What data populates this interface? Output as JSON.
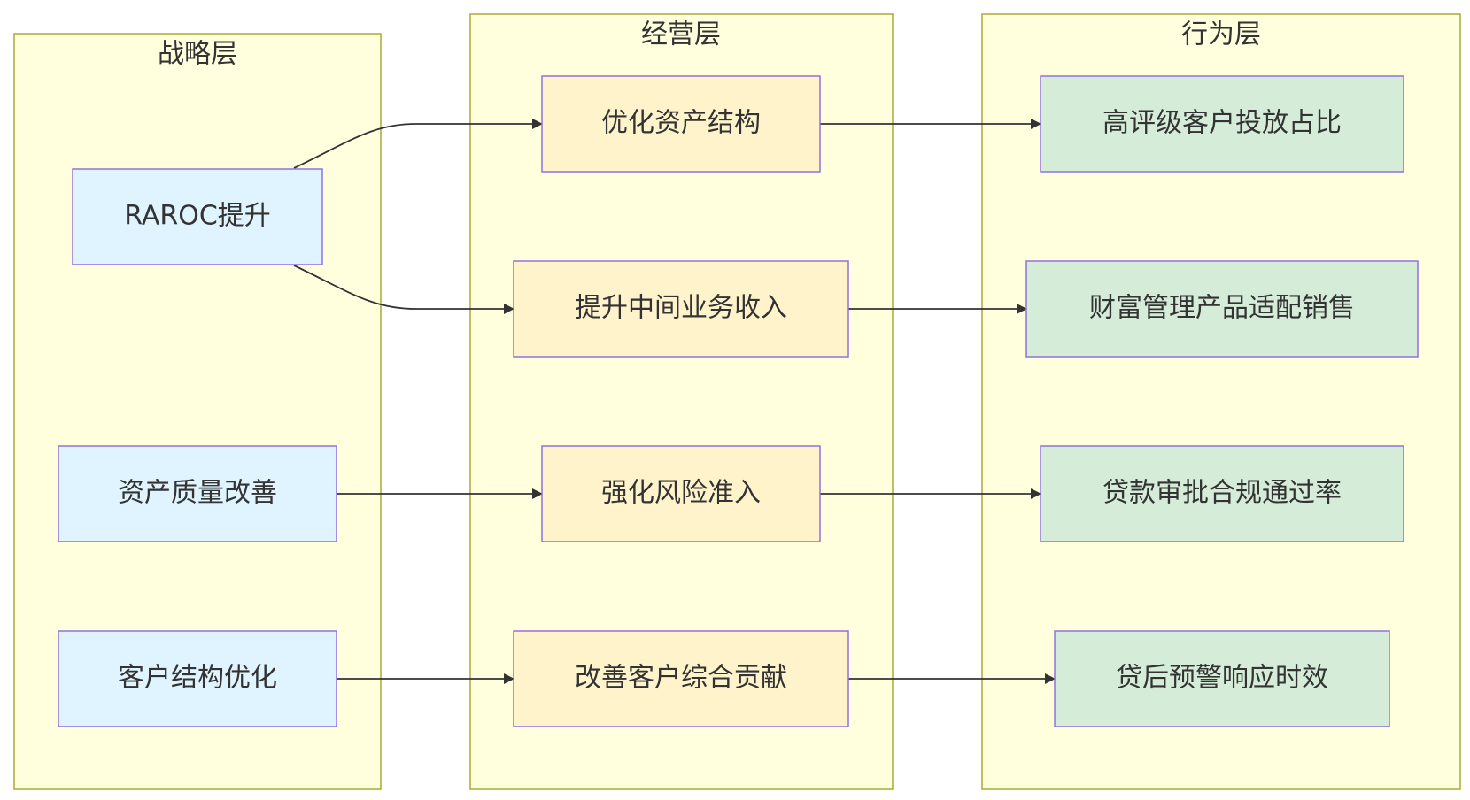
{
  "colors": {
    "lane_fill": "#ffffde",
    "lane_border": "#aaaa33",
    "node_border": "#9370db",
    "strategy_fill": "#dff4ff",
    "operation_fill": "#fff3cc",
    "behavior_fill": "#d5ecd9",
    "edge": "#333333",
    "text": "#333333"
  },
  "lanes": {
    "strategy": {
      "title": "战略层"
    },
    "operation": {
      "title": "经营层"
    },
    "behavior": {
      "title": "行为层"
    }
  },
  "nodes": {
    "raroc": {
      "label": "RAROC提升"
    },
    "asset_quality": {
      "label": "资产质量改善"
    },
    "customer_structure": {
      "label": "客户结构优化"
    },
    "optimize_assets": {
      "label": "优化资产结构"
    },
    "intermediate_income": {
      "label": "提升中间业务收入"
    },
    "risk_access": {
      "label": "强化风险准入"
    },
    "customer_contribution": {
      "label": "改善客户综合贡献"
    },
    "high_rating_ratio": {
      "label": "高评级客户投放占比"
    },
    "wealth_sales": {
      "label": "财富管理产品适配销售"
    },
    "loan_compliance": {
      "label": "贷款审批合规通过率"
    },
    "warning_response": {
      "label": "贷后预警响应时效"
    }
  },
  "edges": [
    {
      "from": "raroc",
      "to": "optimize_assets"
    },
    {
      "from": "raroc",
      "to": "intermediate_income"
    },
    {
      "from": "asset_quality",
      "to": "risk_access"
    },
    {
      "from": "customer_structure",
      "to": "customer_contribution"
    },
    {
      "from": "optimize_assets",
      "to": "high_rating_ratio"
    },
    {
      "from": "intermediate_income",
      "to": "wealth_sales"
    },
    {
      "from": "risk_access",
      "to": "loan_compliance"
    },
    {
      "from": "customer_contribution",
      "to": "warning_response"
    }
  ]
}
